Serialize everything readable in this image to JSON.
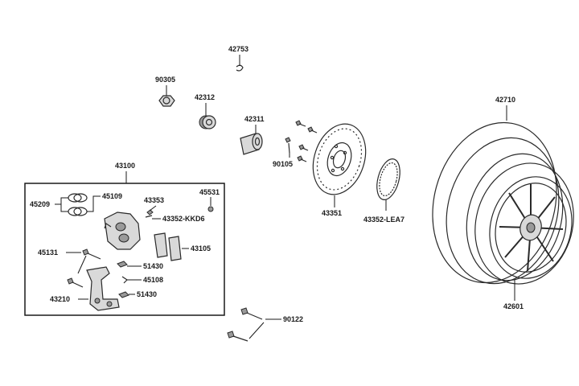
{
  "parts": {
    "p42753": "42753",
    "p90305": "90305",
    "p42312": "42312",
    "p42311": "42311",
    "p42710": "42710",
    "p43100": "43100",
    "p90105": "90105",
    "p45209": "45209",
    "p45109": "45109",
    "p43353": "43353",
    "p45531": "45531",
    "p43352kkd6": "43352-KKD6",
    "p43351": "43351",
    "p43352lea7": "43352-LEA7",
    "p45131": "45131",
    "p43105": "43105",
    "p51430a": "51430",
    "p45108": "45108",
    "p43210": "43210",
    "p51430b": "51430",
    "p42601": "42601",
    "p90122": "90122"
  }
}
